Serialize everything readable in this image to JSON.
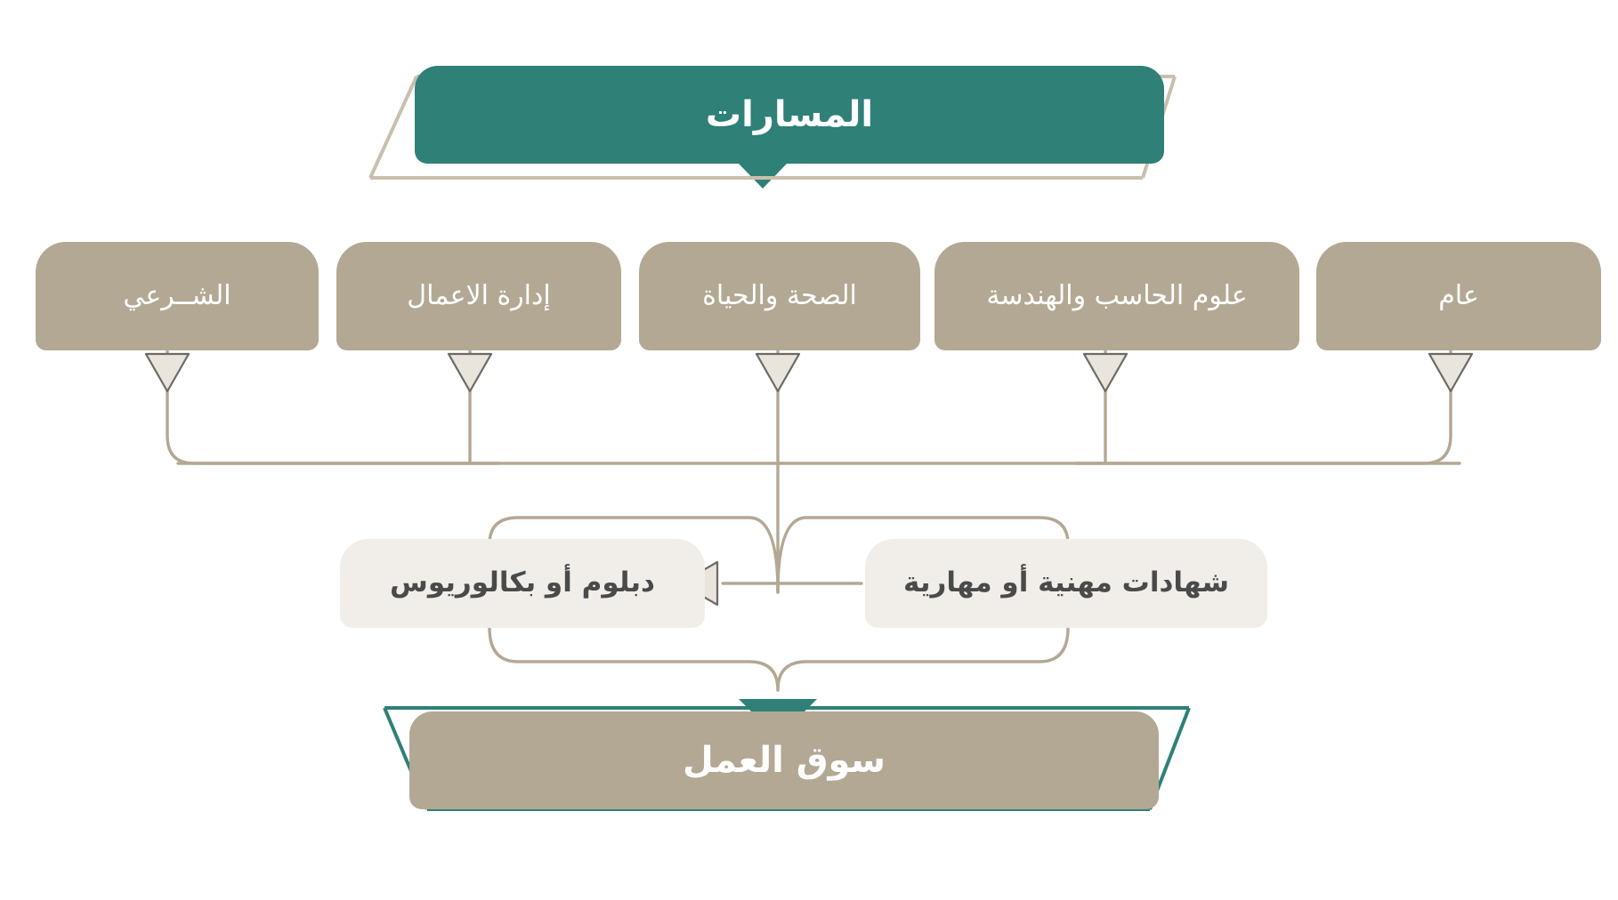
{
  "diagram": {
    "title": "المسارات",
    "direction": "rtl",
    "colors": {
      "teal": "#2f8077",
      "tan": "#b3a894",
      "light_box": "#f1eeea",
      "line": "#b3a894",
      "text_light": "#ffffff",
      "text_dark": "#4a4a4a",
      "background": "#ffffff"
    },
    "top_banner": {
      "label": "المسارات",
      "fill": "#2f8077",
      "frame": "#c9bfae",
      "text_color": "#ffffff"
    },
    "tracks": {
      "heading": "المسارات",
      "items": [
        {
          "id": "general",
          "label": "عام"
        },
        {
          "id": "cs-eng",
          "label": "علوم الحاسب والهندسة"
        },
        {
          "id": "health",
          "label": "الصحة والحياة"
        },
        {
          "id": "business",
          "label": "إدارة الاعمال"
        },
        {
          "id": "sharia",
          "label": "الشــرعي"
        }
      ]
    },
    "outcomes": [
      {
        "id": "certificates",
        "label": "شهادات مهنية أو مهارية"
      },
      {
        "id": "degree",
        "label": "دبلوم أو بكالوريوس"
      }
    ],
    "bottom_banner": {
      "label": "سوق العمل",
      "fill": "#b3a894",
      "frame": "#2f8077",
      "text_color": "#ffffff"
    },
    "connectors": {
      "track_arrow": "chevron-down-arrowhead",
      "cert_to_degree_arrow": "arrow-left",
      "into_market_arrow": "triangle-down-teal"
    }
  }
}
